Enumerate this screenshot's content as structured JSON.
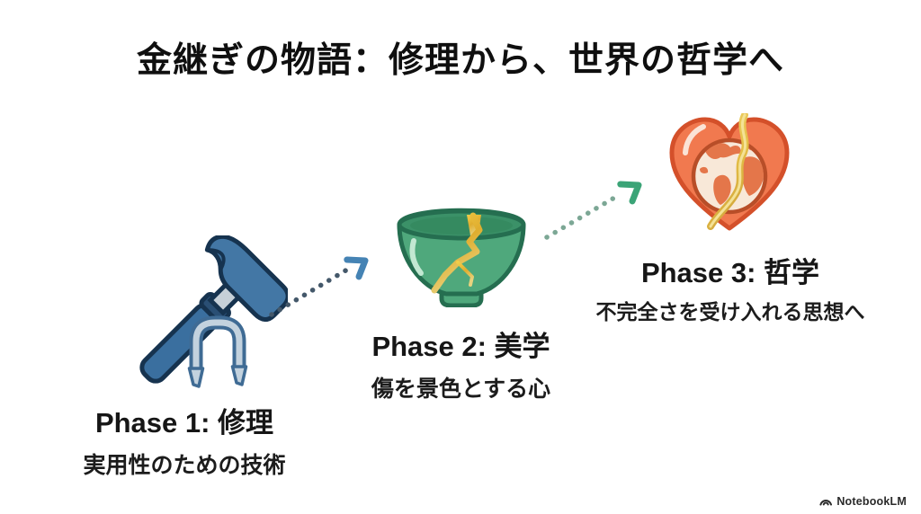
{
  "title": "金継ぎの物語：修理から、世界の哲学へ",
  "phases": [
    {
      "label": "Phase 1: 修理",
      "description": "実用性のための技術",
      "icon": "hammer-and-staple"
    },
    {
      "label": "Phase 2: 美学",
      "description": "傷を景色とする心",
      "icon": "kintsugi-bowl"
    },
    {
      "label": "Phase 3: 哲学",
      "description": "不完全さを受け入れる思想へ",
      "icon": "heart-with-globe"
    }
  ],
  "arrows": [
    {
      "id": "arrow-phase1-to-phase2",
      "dot_color": "#44586a",
      "head_color": "#4583b4"
    },
    {
      "id": "arrow-phase2-to-phase3",
      "dot_color": "#7ca795",
      "head_color": "#3ba477"
    }
  ],
  "colors": {
    "background": "#ffffff",
    "title_text": "#0f0f0f",
    "hammer_blue": "#4377a5",
    "hammer_outline": "#16334f",
    "staple_fill": "#c3d2de",
    "bowl_green": "#4fa87c",
    "bowl_outline": "#256e50",
    "kintsugi_gold": "#e6b93a",
    "heart_orange": "#f1794f",
    "heart_outline": "#d4502a",
    "globe_land": "#e4764a",
    "globe_ocean": "#f8e8d8"
  },
  "watermark": {
    "text": "NotebookLM"
  }
}
